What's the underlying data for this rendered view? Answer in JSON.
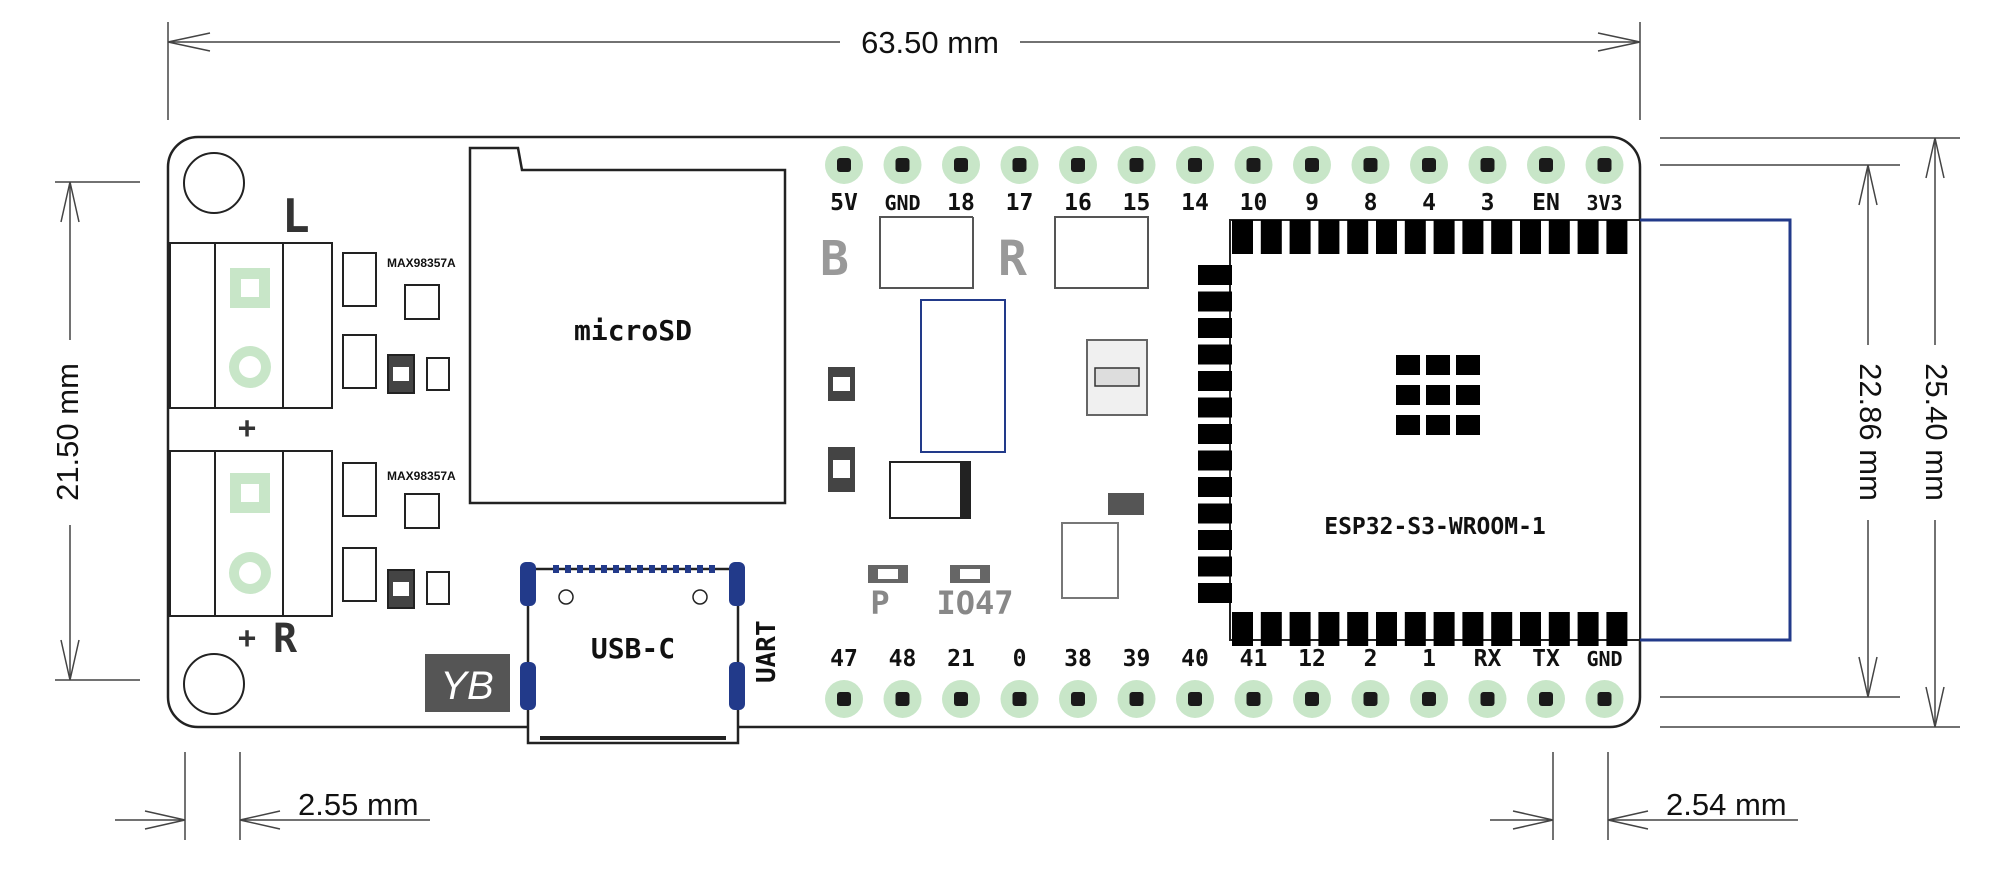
{
  "dimensions": {
    "width": "63.50 mm",
    "height_left": "21.50 mm",
    "height_inner": "22.86 mm",
    "height_outer": "25.40 mm",
    "hole_offset": "2.55 mm",
    "pin_offset": "2.54 mm"
  },
  "labels": {
    "microsd": "microSD",
    "usbc": "USB-C",
    "uart": "UART",
    "module": "ESP32-S3-WROOM-1",
    "amp_top": "MAX98357A",
    "amp_bottom": "MAX98357A",
    "ch_left": "L",
    "ch_right": "R",
    "plus_top": "+",
    "plus_bottom": "+",
    "btn_b": "B",
    "btn_r": "R",
    "led_p": "P",
    "led_io47": "IO47",
    "logo": "YB"
  },
  "top_pins": [
    "5V",
    "GND",
    "18",
    "17",
    "16",
    "15",
    "14",
    "10",
    "9",
    "8",
    "4",
    "3",
    "EN",
    "3V3"
  ],
  "bottom_pins": [
    "47",
    "48",
    "21",
    "0",
    "38",
    "39",
    "40",
    "41",
    "12",
    "2",
    "1",
    "RX",
    "TX",
    "GND"
  ],
  "colors": {
    "pad": "#c8e6c8",
    "pad_center": "#1a1a1a",
    "outline": "#222222",
    "module_pad": "#000000",
    "usb_blue": "#223a8a"
  }
}
